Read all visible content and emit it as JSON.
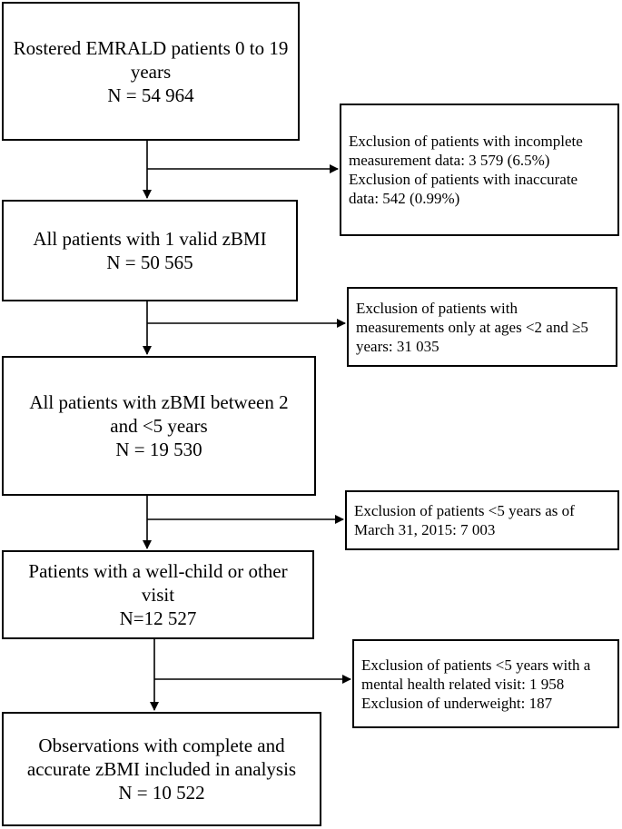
{
  "boxes": {
    "b1": [
      "Rostered EMRALD patients 0 to 19",
      "years",
      "N = 54 964"
    ],
    "b2": [
      "All patients with 1 valid zBMI",
      "N = 50 565"
    ],
    "b3": [
      "All patients with zBMI between 2",
      "and <5 years",
      "N = 19 530"
    ],
    "b4": [
      "Patients with a well-child or other",
      "visit",
      "N=12 527"
    ],
    "b5": [
      "Observations with complete and",
      "accurate zBMI included in analysis",
      "N = 10 522"
    ]
  },
  "exclusions": {
    "e1": [
      "Exclusion of patients with incomplete",
      "measurement data: 3 579 (6.5%)",
      "Exclusion of patients with inaccurate",
      "data: 542 (0.99%)"
    ],
    "e2": [
      "Exclusion of patients with",
      "measurements only at ages <2 and ≥5",
      "years: 31 035"
    ],
    "e3": [
      "Exclusion of patients <5 years as of",
      "March 31, 2015: 7 003"
    ],
    "e4": [
      "Exclusion of patients <5 years with a",
      "mental health related visit: 1 958",
      "Exclusion of underweight: 187"
    ]
  }
}
